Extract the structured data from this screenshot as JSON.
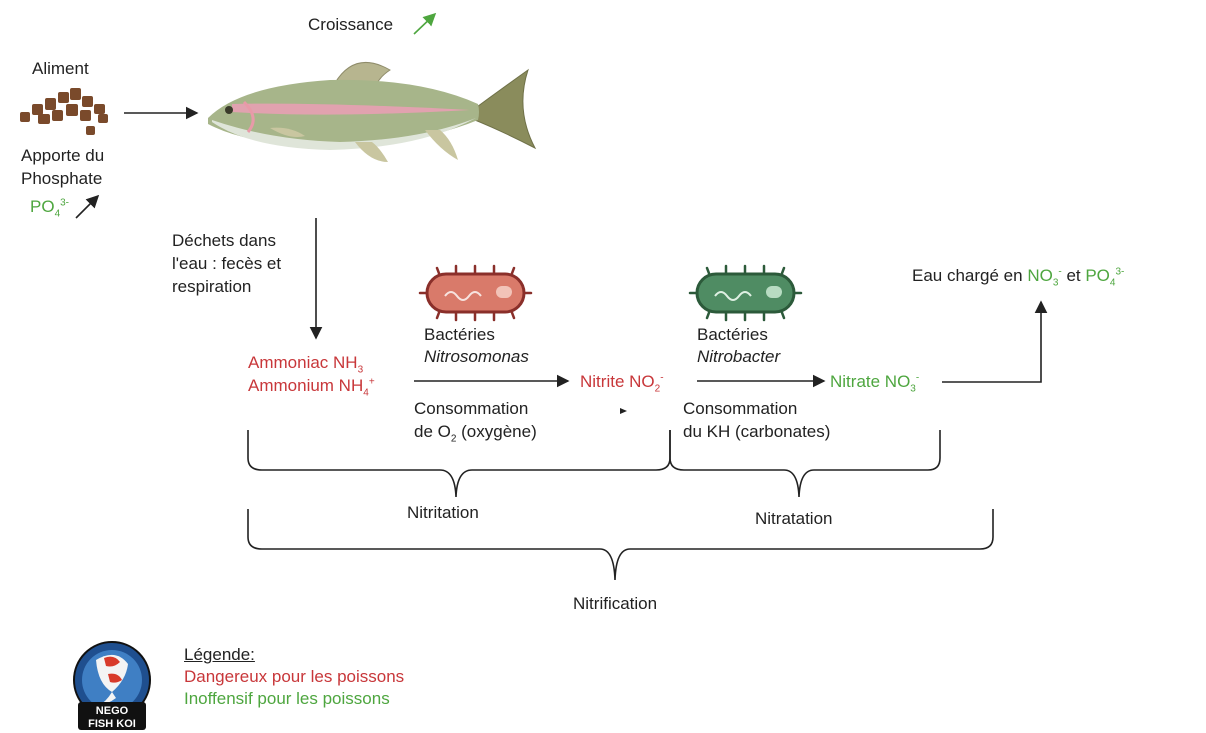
{
  "growth": {
    "label": "Croissance"
  },
  "food": {
    "label": "Aliment",
    "brings_line1": "Apporte du",
    "brings_line2": "Phosphate",
    "phosphate": "PO",
    "phosphate_sub": "4",
    "phosphate_sup": "3-"
  },
  "waste": {
    "line1": "Déchets dans",
    "line2": "l'eau : fecès et",
    "line3": "respiration"
  },
  "ammonia": {
    "line1_text": "Ammoniac NH",
    "line1_sub": "3",
    "line2_text": "Ammonium NH",
    "line2_sub": "4",
    "line2_sup": "+"
  },
  "bacteria1": {
    "label": "Bactéries",
    "name": "Nitrosomonas"
  },
  "bacteria2": {
    "label": "Bactéries",
    "name": "Nitrobacter"
  },
  "consumption1": {
    "line1": "Consommation",
    "line2_pre": "de O",
    "line2_sub": "2",
    "line2_post": " (oxygène)"
  },
  "consumption2": {
    "line1": "Consommation",
    "line2": "du KH (carbonates)"
  },
  "nitrite": {
    "text": "Nitrite NO",
    "sub": "2",
    "sup": "-"
  },
  "nitrate": {
    "text": "Nitrate NO",
    "sub": "3",
    "sup": "-"
  },
  "result": {
    "prefix": "Eau chargé en ",
    "no3": "NO",
    "no3_sub": "3",
    "no3_sup": "-",
    "middle": " et ",
    "po4": "PO",
    "po4_sub": "4",
    "po4_sup": "3-"
  },
  "brackets": {
    "nitritation": "Nitritation",
    "nitratation": "Nitratation",
    "nitrification": "Nitrification"
  },
  "legend": {
    "title": "Légende:",
    "danger": "Dangereux pour les poissons",
    "harmless": "Inoffensif pour les poissons"
  },
  "logo": {
    "line1": "NEGO",
    "line2": "FISH KOI"
  },
  "colors": {
    "danger": "#c8373a",
    "harmless": "#4ea63f",
    "bacteria1": "#d97a6a",
    "bacteria2": "#4f8c63"
  }
}
